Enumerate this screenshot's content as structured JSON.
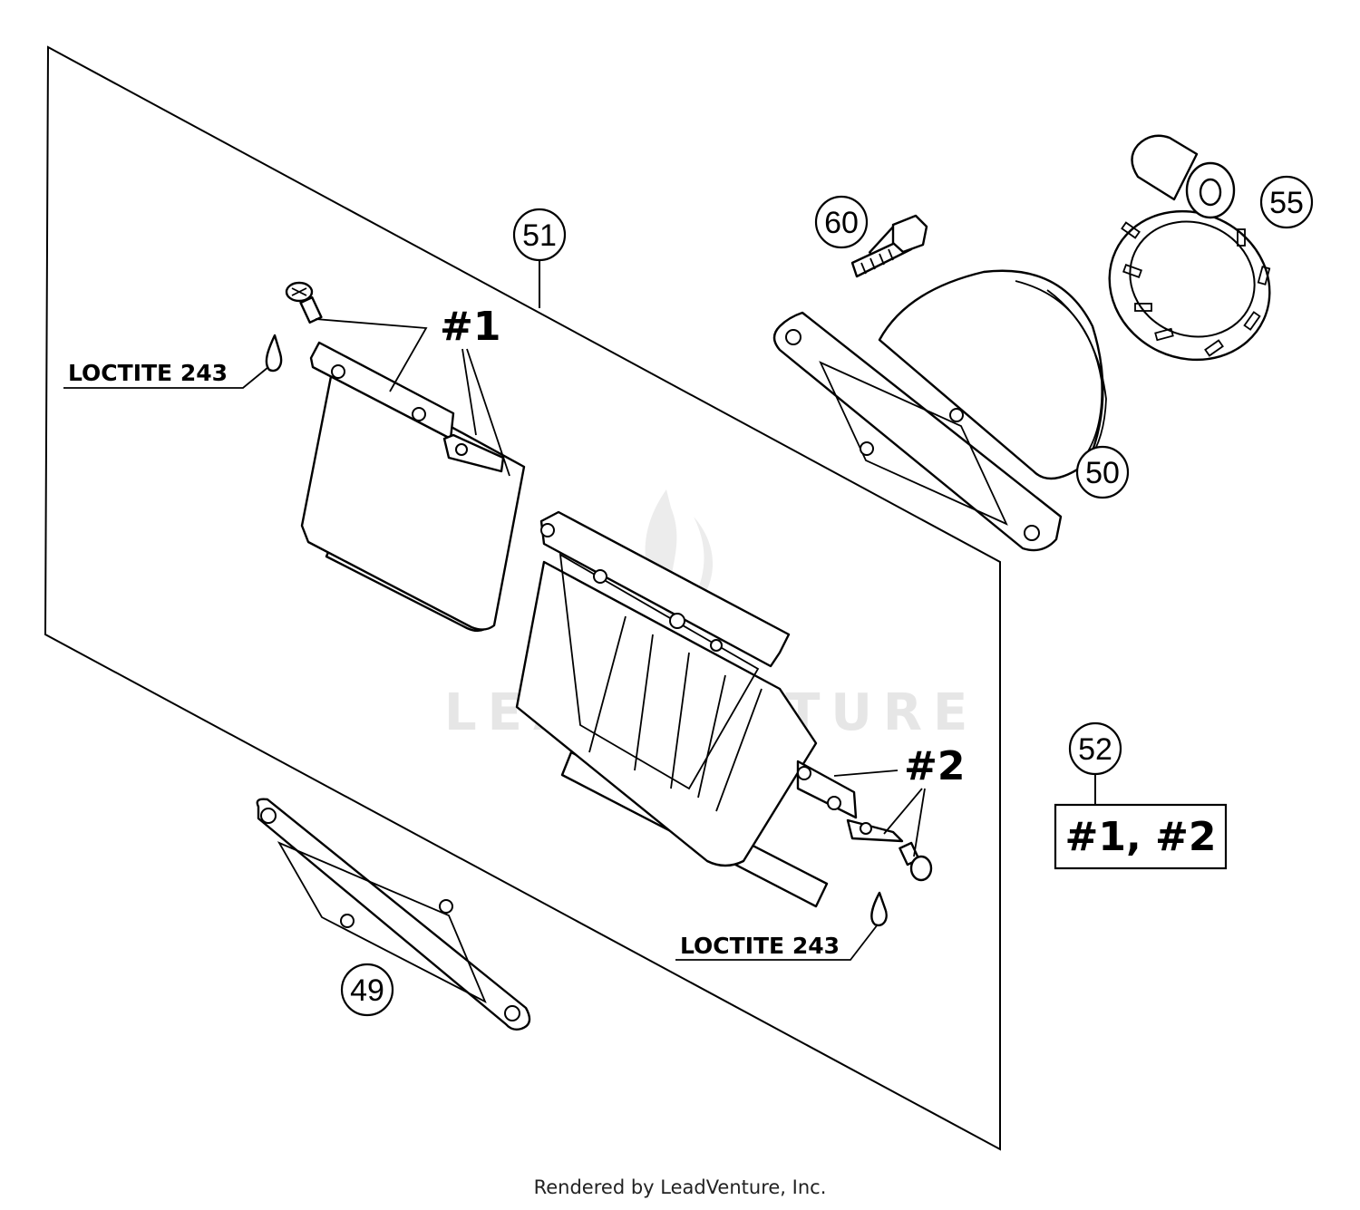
{
  "callouts": {
    "c49": "49",
    "c50": "50",
    "c51": "51",
    "c52": "52",
    "c55": "55",
    "c60": "60"
  },
  "labels": {
    "ref1": "#1",
    "ref2": "#2",
    "loctite_top": "LOCTITE 243",
    "loctite_bottom": "LOCTITE 243",
    "kit_contents": "#1, #2"
  },
  "watermark": "LEADVENTURE",
  "footer": "Rendered by LeadVenture, Inc."
}
